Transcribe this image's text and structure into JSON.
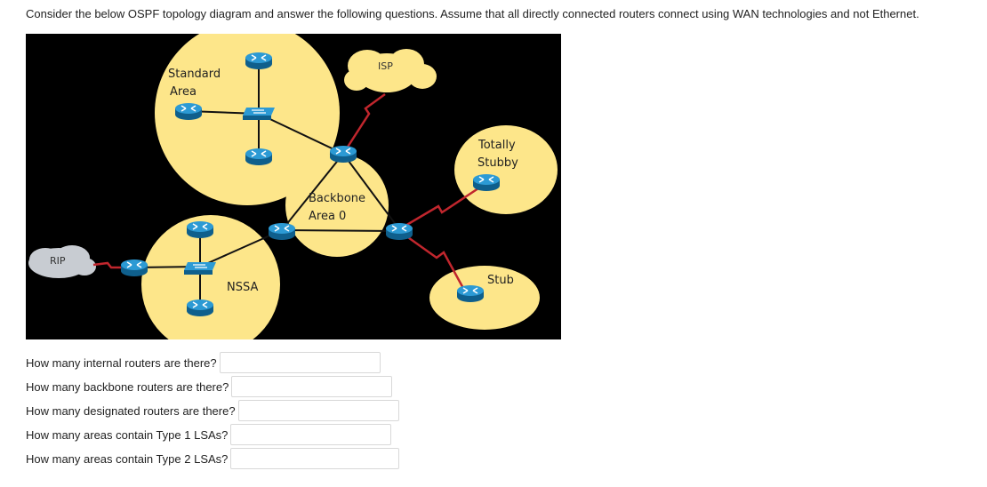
{
  "instructions": "Consider the below OSPF topology diagram and answer the following questions.  Assume that all directly connected routers connect using WAN technologies and not Ethernet.",
  "diagram": {
    "labels": {
      "standard_area_line1": "Standard",
      "standard_area_line2": "Area",
      "isp": "ISP",
      "totally_stubby_line1": "Totally",
      "totally_stubby_line2": "Stubby",
      "backbone_line1": "Backbone",
      "backbone_line2": "Area 0",
      "rip": "RIP",
      "nssa": "NSSA",
      "stub": "Stub"
    },
    "colors": {
      "background": "#000000",
      "area_fill": "#fde68a",
      "cloud_isp": "#fde68a",
      "cloud_rip": "#c8ccd2",
      "router": "#1f8ec6",
      "wan_link": "#c0262d"
    }
  },
  "questions": [
    {
      "text": "How many internal routers are there?",
      "value": ""
    },
    {
      "text": "How many backbone routers are there?",
      "value": ""
    },
    {
      "text": "How many designated routers are there?",
      "value": ""
    },
    {
      "text": "How many areas contain Type 1 LSAs?",
      "value": ""
    },
    {
      "text": "How many areas contain Type 2 LSAs?",
      "value": ""
    }
  ]
}
